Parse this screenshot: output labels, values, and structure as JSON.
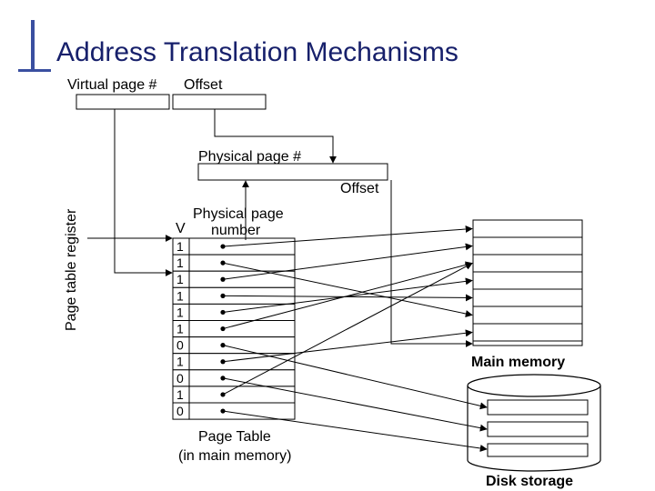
{
  "slide": {
    "title": "Address Translation Mechanisms",
    "accent_color": "#3a4fa0",
    "title_color": "#17206b"
  },
  "virtual_address": {
    "page_label": "Virtual page #",
    "offset_label": "Offset"
  },
  "physical_address": {
    "page_label": "Physical page #",
    "offset_label": "Offset"
  },
  "page_table_register": {
    "label": "Page table register"
  },
  "page_table": {
    "valid_header": "V",
    "ppn_header": "Physical page number",
    "ppn_header_lines": [
      "Physical page",
      "number"
    ],
    "caption_lines": [
      "Page Table",
      "(in main memory)"
    ],
    "valid_bits": [
      "1",
      "1",
      "1",
      "1",
      "1",
      "1",
      "0",
      "1",
      "0",
      "1",
      "0"
    ]
  },
  "main_memory": {
    "label": "Main memory"
  },
  "disk_storage": {
    "label": "Disk storage"
  }
}
